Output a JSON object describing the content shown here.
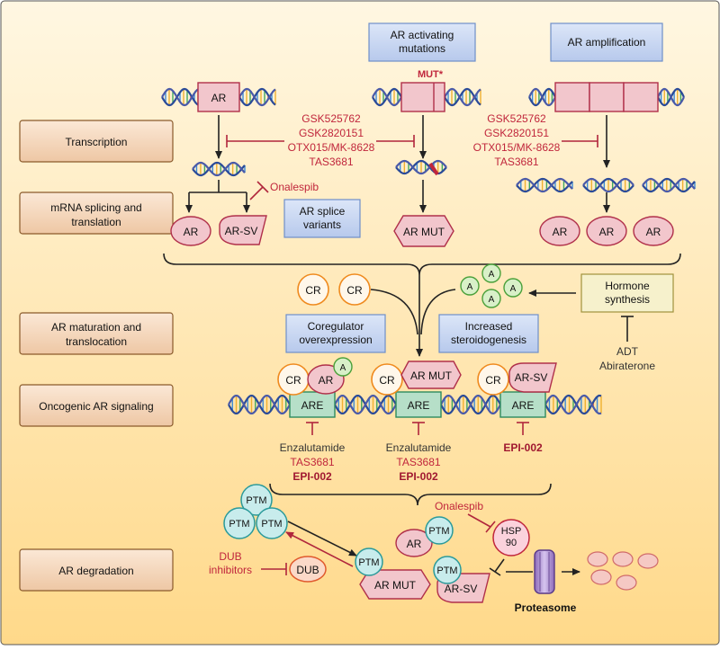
{
  "colors": {
    "background_top": "#fff6df",
    "background_bottom": "#ffd98a",
    "stage_box_fill": "#f6dcc2",
    "stage_box_stroke": "#8a5a2b",
    "blue_box_fill": "#c9d8f2",
    "blue_box_stroke": "#6f8fc9",
    "hormone_box_fill": "#f5f0c7",
    "hormone_box_stroke": "#a0923c",
    "ar_fill": "#f2c6cc",
    "ar_stroke": "#b0304a",
    "drug_red": "#c0263c",
    "cr_stroke": "#ef8a1e",
    "ptm_fill": "#c8ecec",
    "ptm_stroke": "#2a9a9a",
    "androgen_fill": "#d8f0c8",
    "androgen_stroke": "#4aa03a",
    "are_fill": "#b6dfc8",
    "are_stroke": "#2e8a5e",
    "proteasome_fill": "#b59ad8",
    "proteasome_stroke": "#5a3a88"
  },
  "icons": [
    "dna-helix-icon",
    "inhibition-bar-icon",
    "arrow-icon",
    "proteasome-icon"
  ],
  "stages": [
    "Transcription",
    "mRNA splicing and translation",
    "AR maturation and translocation",
    "Oncogenic AR signaling",
    "AR degradation"
  ],
  "boxes": {
    "ar_activating_mutations": "AR activating mutations",
    "ar_amplification": "AR amplification",
    "ar_splice_variants": "AR splice variants",
    "coregulator_overexpression": "Coregulator overexpression",
    "increased_steroidogenesis": "Increased steroidogenesis",
    "hormone_synthesis": "Hormone synthesis"
  },
  "labels": {
    "ar": "AR",
    "ar_sv": "AR-SV",
    "ar_mut": "AR MUT",
    "mut_star": "MUT*",
    "cr": "CR",
    "a": "A",
    "are": "ARE",
    "ptm": "PTM",
    "dub": "DUB",
    "hsp90": "HSP 90",
    "proteasome": "Proteasome"
  },
  "drugs": {
    "bet_inhibitors": [
      "GSK525762",
      "GSK2820151",
      "OTX015/MK-8628",
      "TAS3681"
    ],
    "onalespib": "Onalespib",
    "adt": "ADT",
    "abiraterone": "Abiraterone",
    "enzalutamide": "Enzalutamide",
    "tas3681": "TAS3681",
    "epi002": "EPI-002",
    "dub_inhibitors": "DUB inhibitors"
  }
}
